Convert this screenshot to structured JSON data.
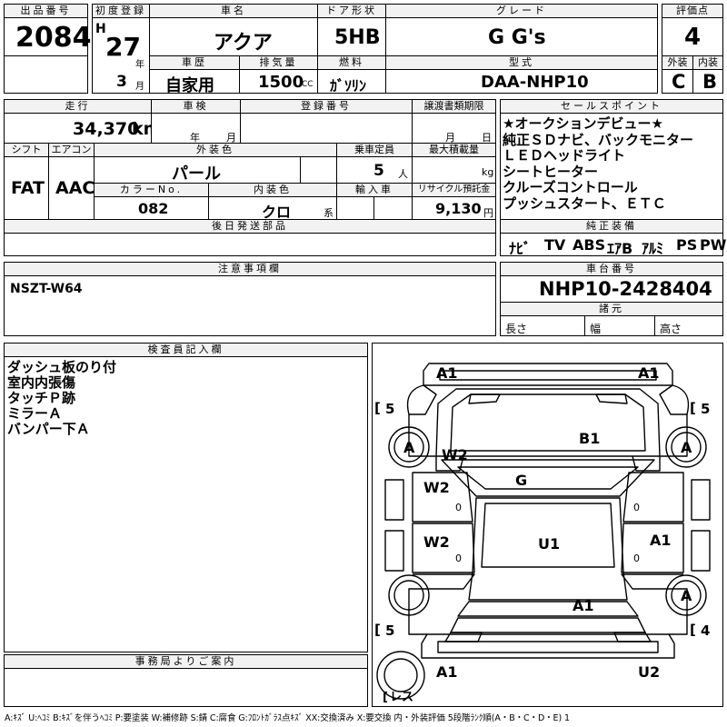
{
  "header": {
    "lot_label": "出品番号",
    "lot": "2084",
    "first_reg_label": "初度登録",
    "era": "H",
    "year": "27",
    "year_unit": "年",
    "month": "3",
    "month_unit": "月",
    "car_name_label": "車名",
    "car_name": "アクア",
    "door_label": "ドア形状",
    "door": "5HB",
    "grade_label": "グレード",
    "grade": "G G's",
    "score_label": "評価点",
    "score": "4",
    "history_label": "車歴",
    "history": "自家用",
    "displacement_label": "排気量",
    "displacement": "1500",
    "cc": "CC",
    "fuel_label": "燃料",
    "fuel": "ｶﾞｿﾘﾝ",
    "model_label": "型式",
    "model": "DAA-NHP10",
    "exterior_label": "外装",
    "exterior": "C",
    "interior_label": "内装",
    "interior": "B"
  },
  "row2": {
    "mileage_label": "走行",
    "mileage": "34,370",
    "km": "km",
    "inspection_label": "車検",
    "year_unit": "年",
    "month_unit": "月",
    "reg_no_label": "登録番号",
    "transfer_label": "譲渡書類期限",
    "t_month": "月",
    "t_day": "日"
  },
  "row3": {
    "shift_label": "シフト",
    "shift": "FAT",
    "ac_label": "エアコン",
    "ac": "AAC",
    "ext_color_label": "外装色",
    "ext_color": "パール",
    "capacity_label": "乗車定員",
    "capacity": "5",
    "person": "人",
    "load_label": "最大積載量",
    "kg": "kg",
    "color_no_label": "カラーNo.",
    "color_no": "082",
    "int_color_label": "内装色",
    "int_color": "クロ",
    "kei": "系",
    "import_label": "輸入車",
    "recycle_label": "リサイクル預託金",
    "recycle": "9,130",
    "yen": "円"
  },
  "later_parts_label": "後日発送部品",
  "sales_point": {
    "label": "セールスポイント",
    "lines": [
      "★オークションデビュー★",
      "純正ＳＤナビ、バックモニター",
      "ＬＥＤヘッドライト",
      "シートヒーター",
      "クルーズコントロール",
      "プッシュスタート、ＥＴＣ"
    ]
  },
  "equipment": {
    "label": "純正装備",
    "items": [
      "ﾅﾋﾞ",
      "TV",
      "ABS",
      "ｴｱB",
      "ｱﾙﾐ",
      "PS",
      "PW"
    ]
  },
  "caution": {
    "label": "注意事項欄",
    "text": "NSZT-W64"
  },
  "chassis": {
    "label": "車台番号",
    "value": "NHP10-2428404"
  },
  "specs": {
    "label": "諸元",
    "length": "長さ",
    "width": "幅",
    "height": "高さ"
  },
  "inspector": {
    "label": "検査員記入欄",
    "lines": [
      "ダッシュ板のり付",
      "室内内張傷",
      "タッチＰ跡",
      "ミラーＡ",
      "バンパー下Ａ"
    ]
  },
  "office_label": "事務局よりご案内",
  "diagram": {
    "marks": {
      "front_left": "A1",
      "front_right": "A1",
      "bonnet": "B1",
      "roof_fender": "W2",
      "glass": "G",
      "door_fl": "W2",
      "door_rl": "W2",
      "roof": "U1",
      "door_rr": "A1",
      "trunk": "A1",
      "rear_left": "A1",
      "rear_right": "U2",
      "wheel_fl": "A",
      "wheel_fr": "A",
      "wheel_rr": "A",
      "tire_fl": "5",
      "tire_fr": "5",
      "tire_rl": "5",
      "tire_rr": "4",
      "zero": "0",
      "spare": "レス"
    }
  },
  "legend": "A:ｷｽﾞ U:ﾍｺﾐ B:ｷｽﾞを伴うﾍｺﾐ P:要塗装 W:補修跡 S:錆 C:腐食 G:ﾌﾛﾝﾄｶﾞﾗｽ点ｷｽﾞ XX:交換済み X:要交換 内・外装評価 5段階ﾗﾝｸ順(A・B・C・D・E) 1"
}
